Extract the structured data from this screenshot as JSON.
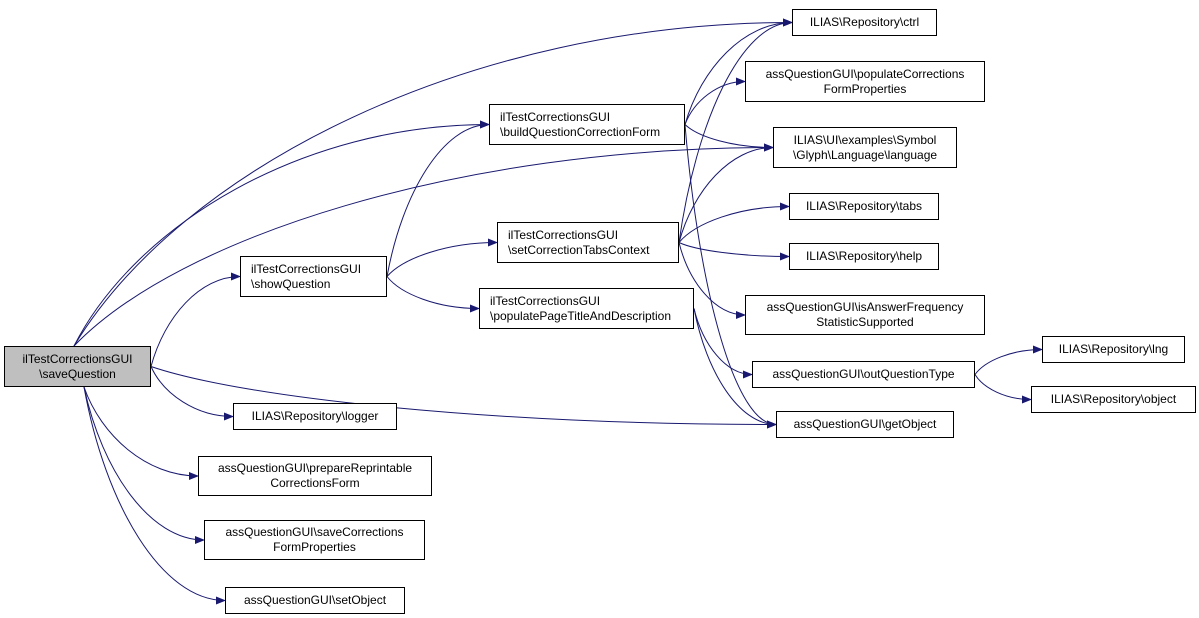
{
  "diagram": {
    "type": "call-graph",
    "edge_color": "#191970",
    "root_fill": "#bfbfbf",
    "nodes": [
      {
        "id": "root",
        "lines": [
          "ilTestCorrectionsGUI",
          "\\saveQuestion"
        ],
        "root": true
      },
      {
        "id": "showQuestion",
        "lines": [
          "ilTestCorrectionsGUI",
          "\\showQuestion"
        ]
      },
      {
        "id": "logger",
        "lines": [
          "ILIAS\\Repository\\logger"
        ]
      },
      {
        "id": "prepareReprintable",
        "lines": [
          "assQuestionGUI\\prepareReprintable",
          "CorrectionsForm"
        ]
      },
      {
        "id": "saveCorrections",
        "lines": [
          "assQuestionGUI\\saveCorrections",
          "FormProperties"
        ]
      },
      {
        "id": "setObject",
        "lines": [
          "assQuestionGUI\\setObject"
        ]
      },
      {
        "id": "buildForm",
        "lines": [
          "ilTestCorrectionsGUI",
          "\\buildQuestionCorrectionForm"
        ]
      },
      {
        "id": "setTabs",
        "lines": [
          "ilTestCorrectionsGUI",
          "\\setCorrectionTabsContext"
        ]
      },
      {
        "id": "populatePage",
        "lines": [
          "ilTestCorrectionsGUI",
          "\\populatePageTitleAndDescription"
        ]
      },
      {
        "id": "ctrl",
        "lines": [
          "ILIAS\\Repository\\ctrl"
        ]
      },
      {
        "id": "populateCorr",
        "lines": [
          "assQuestionGUI\\populateCorrections",
          "FormProperties"
        ]
      },
      {
        "id": "language",
        "lines": [
          "ILIAS\\UI\\examples\\Symbol",
          "\\Glyph\\Language\\language"
        ]
      },
      {
        "id": "tabs",
        "lines": [
          "ILIAS\\Repository\\tabs"
        ]
      },
      {
        "id": "help",
        "lines": [
          "ILIAS\\Repository\\help"
        ]
      },
      {
        "id": "isAnswerFreq",
        "lines": [
          "assQuestionGUI\\isAnswerFrequency",
          "StatisticSupported"
        ]
      },
      {
        "id": "outQuestionType",
        "lines": [
          "assQuestionGUI\\outQuestionType"
        ]
      },
      {
        "id": "getObject",
        "lines": [
          "assQuestionGUI\\getObject"
        ]
      },
      {
        "id": "lng",
        "lines": [
          "ILIAS\\Repository\\lng"
        ]
      },
      {
        "id": "object",
        "lines": [
          "ILIAS\\Repository\\object"
        ]
      }
    ],
    "edges": [
      [
        "root",
        "ctrl"
      ],
      [
        "root",
        "buildForm"
      ],
      [
        "root",
        "language"
      ],
      [
        "root",
        "showQuestion"
      ],
      [
        "root",
        "getObject"
      ],
      [
        "root",
        "logger"
      ],
      [
        "root",
        "prepareReprintable"
      ],
      [
        "root",
        "saveCorrections"
      ],
      [
        "root",
        "setObject"
      ],
      [
        "showQuestion",
        "buildForm"
      ],
      [
        "showQuestion",
        "setTabs"
      ],
      [
        "showQuestion",
        "populatePage"
      ],
      [
        "buildForm",
        "ctrl"
      ],
      [
        "buildForm",
        "populateCorr"
      ],
      [
        "buildForm",
        "language"
      ],
      [
        "buildForm",
        "getObject"
      ],
      [
        "setTabs",
        "ctrl"
      ],
      [
        "setTabs",
        "language"
      ],
      [
        "setTabs",
        "tabs"
      ],
      [
        "setTabs",
        "help"
      ],
      [
        "setTabs",
        "isAnswerFreq"
      ],
      [
        "populatePage",
        "outQuestionType"
      ],
      [
        "populatePage",
        "getObject"
      ],
      [
        "outQuestionType",
        "lng"
      ],
      [
        "outQuestionType",
        "object"
      ]
    ]
  }
}
